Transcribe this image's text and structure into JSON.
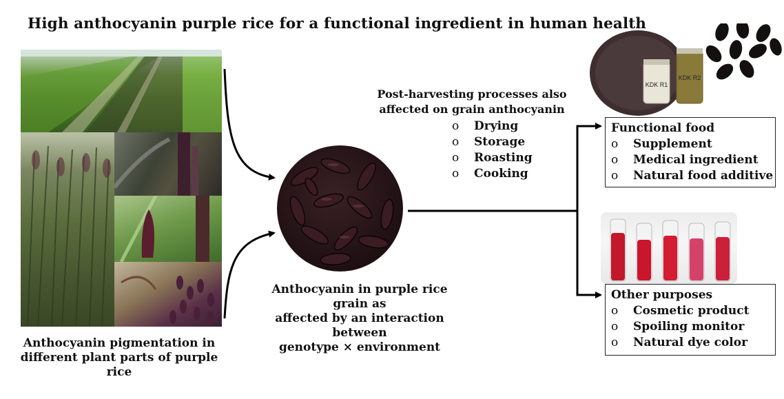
{
  "title": "High anthocyanin purple rice for a functional ingredient in human health",
  "left_caption": [
    "Anthocyanin pigmentation in",
    "different plant parts of purple rice"
  ],
  "center_caption": [
    "Anthocyanin in purple rice grain as",
    "affected by an interaction between",
    "genotype × environment"
  ],
  "post_harvest": {
    "title": [
      "Post-harvesting processes also",
      "affected on grain anthocyanin"
    ],
    "items": [
      "Drying",
      "Storage",
      "Roasting",
      "Cooking"
    ]
  },
  "functional_food": {
    "title": "Functional food",
    "items": [
      "Supplement",
      "Medical ingredient",
      "Natural food additive"
    ]
  },
  "other_purposes": {
    "title": "Other purposes",
    "items": [
      "Cosmetic product",
      "Spoiling monitor",
      "Natural dye color"
    ]
  },
  "bullet": "o",
  "vial_labels": [
    "KDK R1",
    "KDK R2"
  ],
  "colors": {
    "rice_dark": "#1f1114",
    "purple": "#4a2240",
    "field_green": "#5f8f3a",
    "extract_red": "#c2182b",
    "line": "#000000"
  }
}
